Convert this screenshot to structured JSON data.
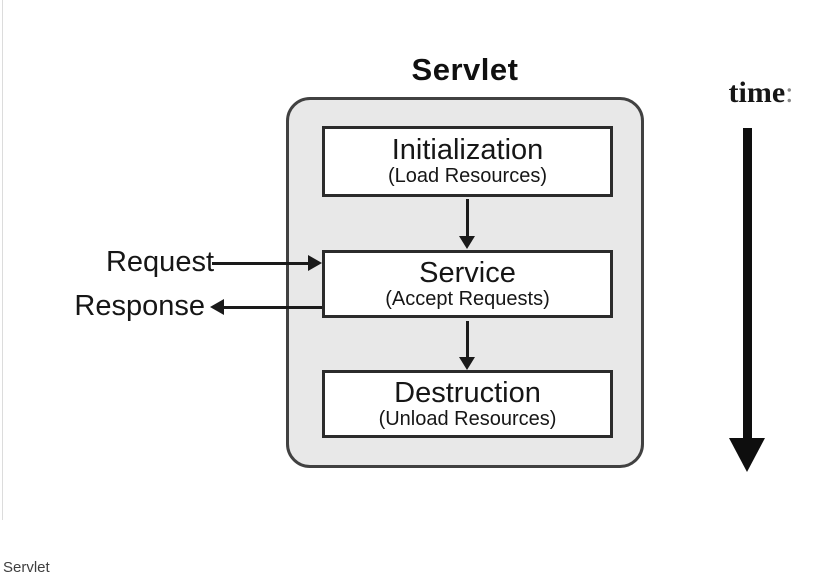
{
  "diagram": {
    "title": "Servlet",
    "stages": [
      {
        "label": "Initialization",
        "sublabel": "(Load Resources)"
      },
      {
        "label": "Service",
        "sublabel": "(Accept Requests)"
      },
      {
        "label": "Destruction",
        "sublabel": "(Unload Resources)"
      }
    ],
    "request_label": "Request",
    "response_label": "Response",
    "time_label": "time",
    "time_colon": ":",
    "colors": {
      "container_fill": "#e8e8e8",
      "container_border": "#414141",
      "box_border": "#2b2b2b",
      "line": "#1a1a1a",
      "text": "#161616"
    }
  },
  "caption": "Servlet"
}
